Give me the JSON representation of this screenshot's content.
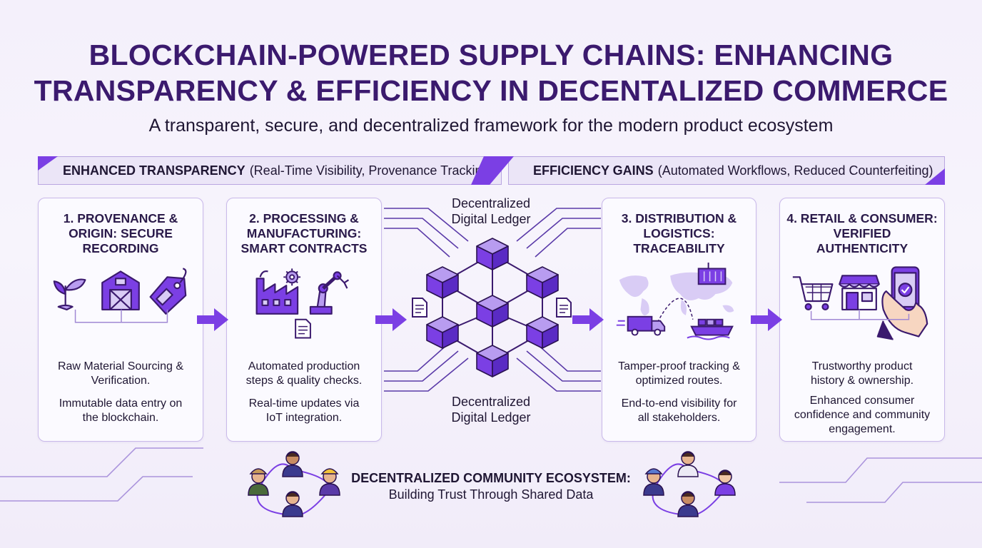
{
  "header": {
    "title_line1": "BLOCKCHAIN-POWERED SUPPLY CHAINS: ENHANCING",
    "title_line2": "TRANSPARENCY & EFFICIENCY IN DECENTALIZED COMMERCE",
    "subtitle": "A transparent, secure, and decentralized framework for the modern product ecosystem"
  },
  "banners": {
    "left": {
      "bold": "ENHANCED TRANSPARENCY",
      "rest": "(Real-Time Visibility, Provenance Tracking)"
    },
    "right": {
      "bold": "EFFICIENCY GAINS",
      "rest": "(Automated Workflows, Reduced Counterfeiting)"
    }
  },
  "stages": [
    {
      "title": [
        "1. PROVENANCE &",
        "ORIGIN: SECURE",
        "RECORDING"
      ],
      "texts": [
        [
          "Raw Material Sourcing &",
          "Verification."
        ],
        [
          "Immutable data entry on",
          "the blockchain."
        ]
      ],
      "icons": [
        "sprout-icon",
        "barn-icon",
        "tag-icon"
      ]
    },
    {
      "title": [
        "2. PROCESSING &",
        "MANUFACTURING:",
        "SMART CONTRACTS"
      ],
      "texts": [
        [
          "Automated production",
          "steps & quality checks."
        ],
        [
          "Real-time updates via",
          "IoT integration."
        ]
      ],
      "icons": [
        "factory-icon",
        "gear-icon",
        "robot-arm-icon",
        "document-icon"
      ]
    },
    {
      "title": [
        "3. DISTRIBUTION &",
        "LOGISTICS:",
        "TRACEABILITY"
      ],
      "texts": [
        [
          "Tamper-proof tracking &",
          "optimized routes."
        ],
        [
          "End-to-end visibility for",
          "all stakeholders."
        ]
      ],
      "icons": [
        "world-map-icon",
        "container-icon",
        "truck-icon",
        "ship-icon"
      ]
    },
    {
      "title": [
        "4. RETAIL & CONSUMER:",
        "VERIFIED",
        "AUTHENTICITY"
      ],
      "texts": [
        [
          "Trustworthy product",
          "history & ownership."
        ],
        [
          "Enhanced consumer",
          "confidence and community",
          "engagement."
        ]
      ],
      "icons": [
        "shopping-cart-icon",
        "storefront-icon",
        "phone-verified-icon"
      ]
    }
  ],
  "ledger": {
    "top": [
      "Decentralized",
      "Digital Ledger"
    ],
    "bottom": [
      "Decentralized",
      "Digital Ledger"
    ]
  },
  "community": {
    "title": "DECENTRALIZED COMMUNITY ECOSYSTEM:",
    "subtitle": "Building Trust Through Shared Data"
  },
  "colors": {
    "primary": "#7b3fe4",
    "dark": "#3b1a6e",
    "light": "#b89cf0",
    "border": "#c9b9ea"
  }
}
